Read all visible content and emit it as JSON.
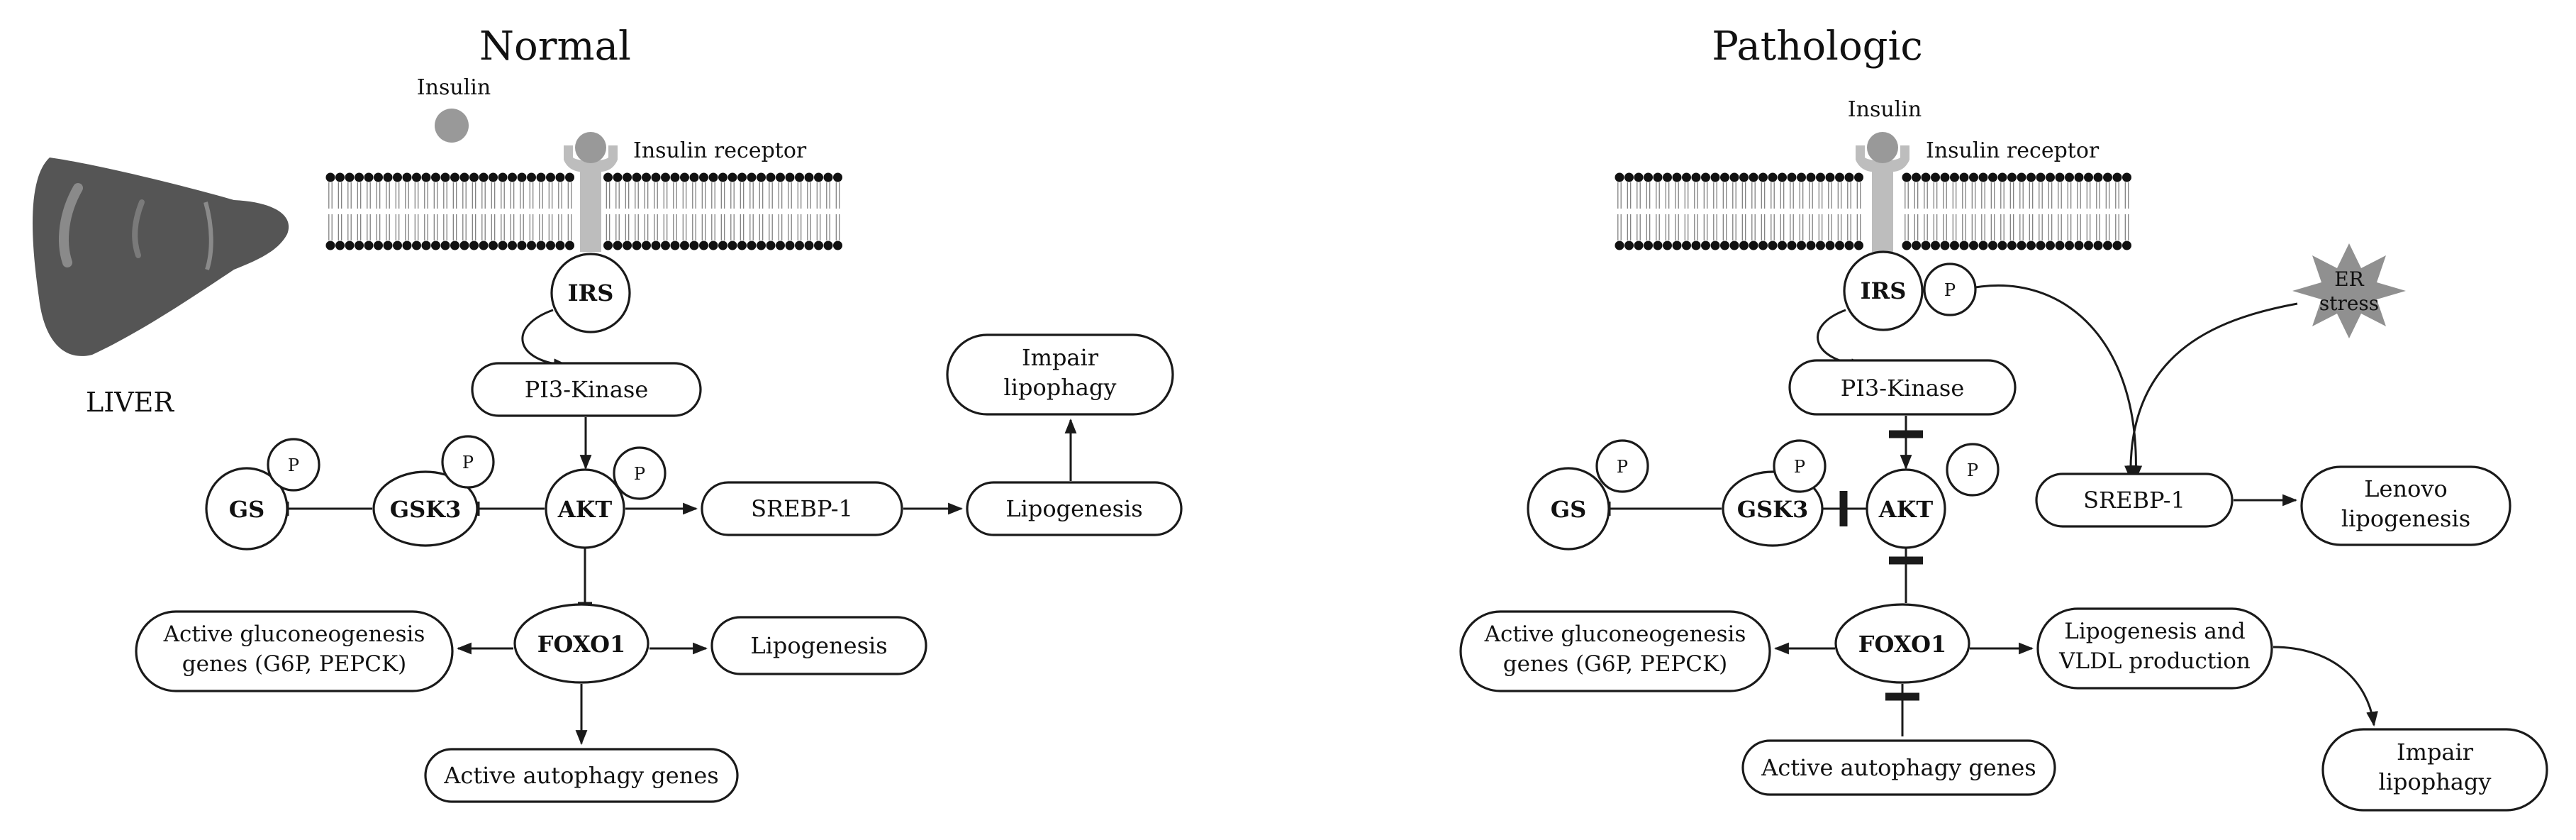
{
  "normal": {
    "title": "Normal",
    "insulin": "Insulin",
    "receptor": "Insulin receptor",
    "liver": "LIVER",
    "irs": "IRS",
    "pi3k": "PI3-Kinase",
    "akt": "AKT",
    "gsk3": "GSK3",
    "gs": "GS",
    "p": "P",
    "srebp": "SREBP-1",
    "lipogenesis": "Lipogenesis",
    "impair": [
      "Impair",
      "lipophagy"
    ],
    "foxo1": "FOXO1",
    "gluco": [
      "Active gluconeogenesis",
      "genes (G6P, PEPCK)"
    ],
    "foxo_lipo": "Lipogenesis",
    "autophagy": "Active autophagy genes"
  },
  "pathologic": {
    "title": "Pathologic",
    "insulin": "Insulin",
    "receptor": "Insulin receptor",
    "irs": "IRS",
    "pi3k": "PI3-Kinase",
    "akt": "AKT",
    "gsk3": "GSK3",
    "gs": "GS",
    "p": "P",
    "er": [
      "ER",
      "stress"
    ],
    "srebp": "SREBP-1",
    "lenovo": [
      "Lenovo",
      "lipogenesis"
    ],
    "foxo1": "FOXO1",
    "gluco": [
      "Active gluconeogenesis",
      "genes (G6P, PEPCK)"
    ],
    "lipo_vldl": [
      "Lipogenesis and",
      "VLDL production"
    ],
    "impair": [
      "Impair",
      "lipophagy"
    ],
    "autophagy": "Active autophagy genes"
  },
  "colors": {
    "liver": "#555555",
    "liver_highlight": "#8a8a8a",
    "insulin_ball": "#999999",
    "receptor": "#bdbdbd",
    "er_star": "#909090",
    "membrane_head": "#111111"
  }
}
